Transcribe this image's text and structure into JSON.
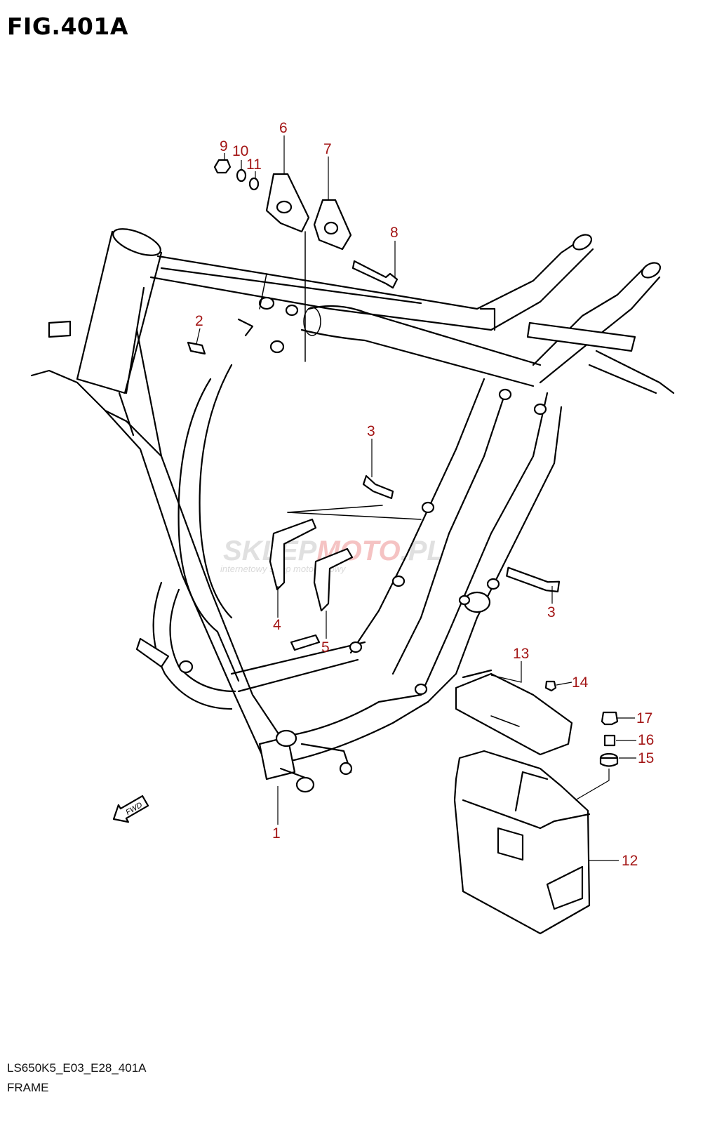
{
  "figure": {
    "title": "FIG.401A"
  },
  "footer": {
    "code": "LS650K5_E03_E28_401A",
    "name": "FRAME"
  },
  "fwd_arrow": {
    "label": "FWD"
  },
  "watermark": {
    "brand_gray": "SKLEP",
    "brand_red": "MOTO",
    "brand_tail": ".PL",
    "tagline": "internetowy sklep motocyklowy",
    "red_color": "#f3b5b5"
  },
  "callouts": [
    {
      "num": "1"
    },
    {
      "num": "2"
    },
    {
      "num": "3"
    },
    {
      "num": "3"
    },
    {
      "num": "4"
    },
    {
      "num": "5"
    },
    {
      "num": "6"
    },
    {
      "num": "7"
    },
    {
      "num": "8"
    },
    {
      "num": "9"
    },
    {
      "num": "10"
    },
    {
      "num": "11"
    },
    {
      "num": "12"
    },
    {
      "num": "13"
    },
    {
      "num": "14"
    },
    {
      "num": "15"
    },
    {
      "num": "16"
    },
    {
      "num": "17"
    }
  ],
  "colors": {
    "callout": "#a31515",
    "lines": "#000000"
  }
}
